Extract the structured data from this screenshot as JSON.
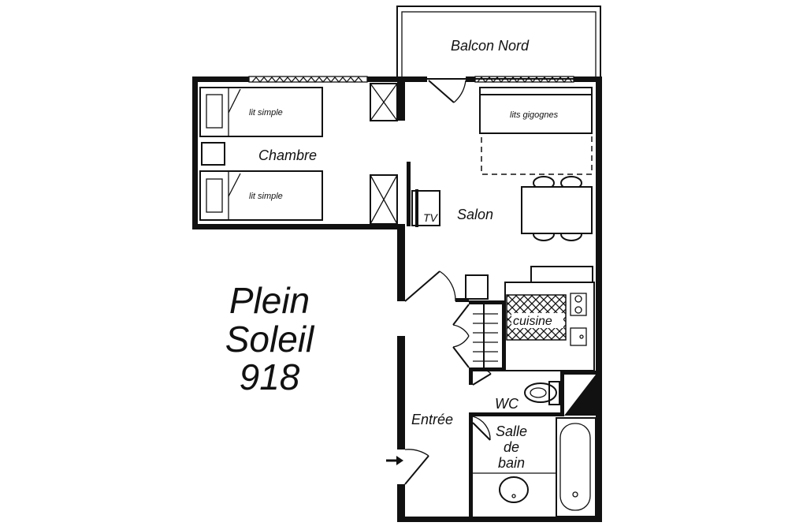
{
  "title": {
    "line1": "Plein",
    "line2": "Soleil",
    "line3": "918"
  },
  "rooms": {
    "balcony": "Balcon Nord",
    "bedroom": "Chambre",
    "living": "Salon",
    "kitchen": "cuisine",
    "entry": "Entrée",
    "wc": "WC",
    "bathroom": {
      "line1": "Salle",
      "line2": "de",
      "line3": "bain"
    }
  },
  "furniture": {
    "bed_top": "lit simple",
    "bed_bottom": "lit simple",
    "bunk": "lits gigognes",
    "tv": "TV"
  }
}
